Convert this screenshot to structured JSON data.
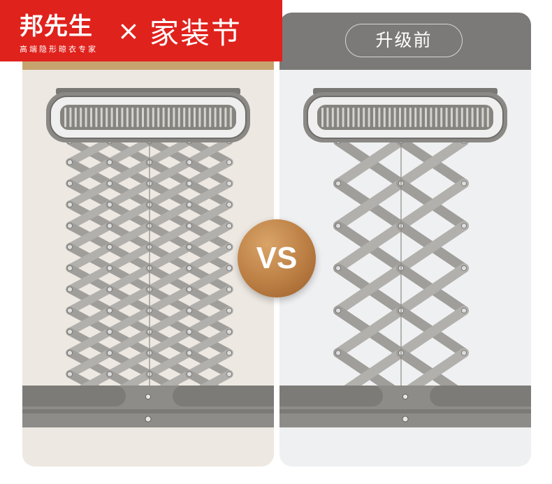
{
  "brand_banner": {
    "brand_name": "邦先生",
    "slogan": "高端隐形晾衣专家",
    "times_sign": "×",
    "event_name": "家装节"
  },
  "left_panel": {
    "rack_image": "compact-scissor-lift-clothes-rack",
    "lattice": {
      "rows": 12,
      "columns": 4
    }
  },
  "right_panel": {
    "tag": "升级前",
    "rack_image": "wide-scissor-lift-clothes-rack",
    "lattice": {
      "rows": 6,
      "columns": 2
    }
  },
  "vs_badge": {
    "text": "VS"
  },
  "colors": {
    "brand_red": "#e0221d",
    "left_top_strip": "#c7a46f",
    "right_top_strip": "#7b7a78",
    "vs_badge": "#bb7e43",
    "rack_metal": "#a09e9a"
  }
}
